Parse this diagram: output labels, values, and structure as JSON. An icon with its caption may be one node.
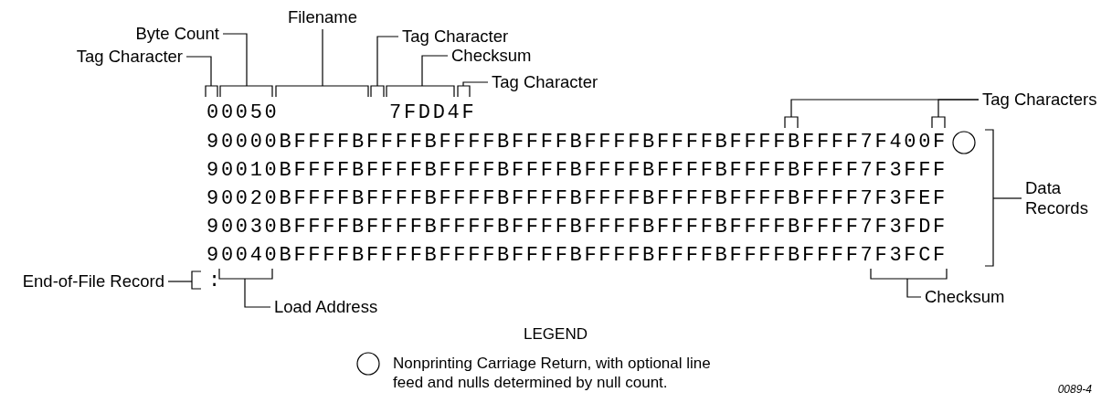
{
  "diagram": {
    "nodes": [
      {
        "text": [
          "Tag Character"
        ]
      },
      {
        "text": [
          "Byte Count"
        ]
      },
      {
        "text": [
          "Filename"
        ]
      },
      {
        "text": [
          "Tag Character"
        ]
      },
      {
        "text": [
          "Checksum"
        ]
      },
      {
        "text": [
          "Tag Character"
        ]
      },
      {
        "text": [
          "Tag Characters"
        ]
      },
      {
        "text": [
          "Data Records"
        ]
      },
      {
        "text": [
          "End-of-File Record"
        ]
      },
      {
        "text": [
          "Load Address"
        ]
      },
      {
        "text": [
          "Checksum"
        ]
      }
    ],
    "edges": [
      {
        "from": 0,
        "to": null,
        "arrow": "none"
      },
      {
        "from": 1,
        "to": null,
        "arrow": "none"
      },
      {
        "from": 2,
        "to": null,
        "arrow": "none"
      },
      {
        "from": 3,
        "to": null,
        "arrow": "none"
      },
      {
        "from": 4,
        "to": null,
        "arrow": "none"
      },
      {
        "from": 5,
        "to": null,
        "arrow": "none"
      },
      {
        "from": 6,
        "to": null,
        "arrow": "none"
      },
      {
        "from": 6,
        "to": null,
        "arrow": "none"
      },
      {
        "from": 7,
        "to": null,
        "arrow": "none"
      },
      {
        "from": 8,
        "to": null,
        "arrow": "none"
      },
      {
        "from": 9,
        "to": null,
        "arrow": "none"
      },
      {
        "from": 10,
        "to": null,
        "arrow": "none"
      }
    ],
    "labels": [
      "00050",
      "7FDD4F",
      "90000BFFFFBFFFFBFFFFBFFFFBFFFFBFFFFBFFFFBFFFF7F400F",
      "90010BFFFFBFFFFBFFFFBFFFFBFFFFBFFFFBFFFFBFFFF7F3FFF",
      "90020BFFFFBFFFFBFFFFBFFFFBFFFFBFFFFBFFFFBFFFF7F3FEF",
      "90030BFFFFBFFFFBFFFFBFFFFBFFFFBFFFFBFFFFBFFFF7F3FDF",
      "90040BFFFFBFFFFBFFFFBFFFFBFFFFBFFFFBFFFFBFFFF7F3FCF",
      ":",
      "LEGEND",
      "0089-4"
    ],
    "legend": [
      {
        "text": "Nonprinting Carriage Return, with optional line feed and nulls determined by null count."
      }
    ]
  }
}
